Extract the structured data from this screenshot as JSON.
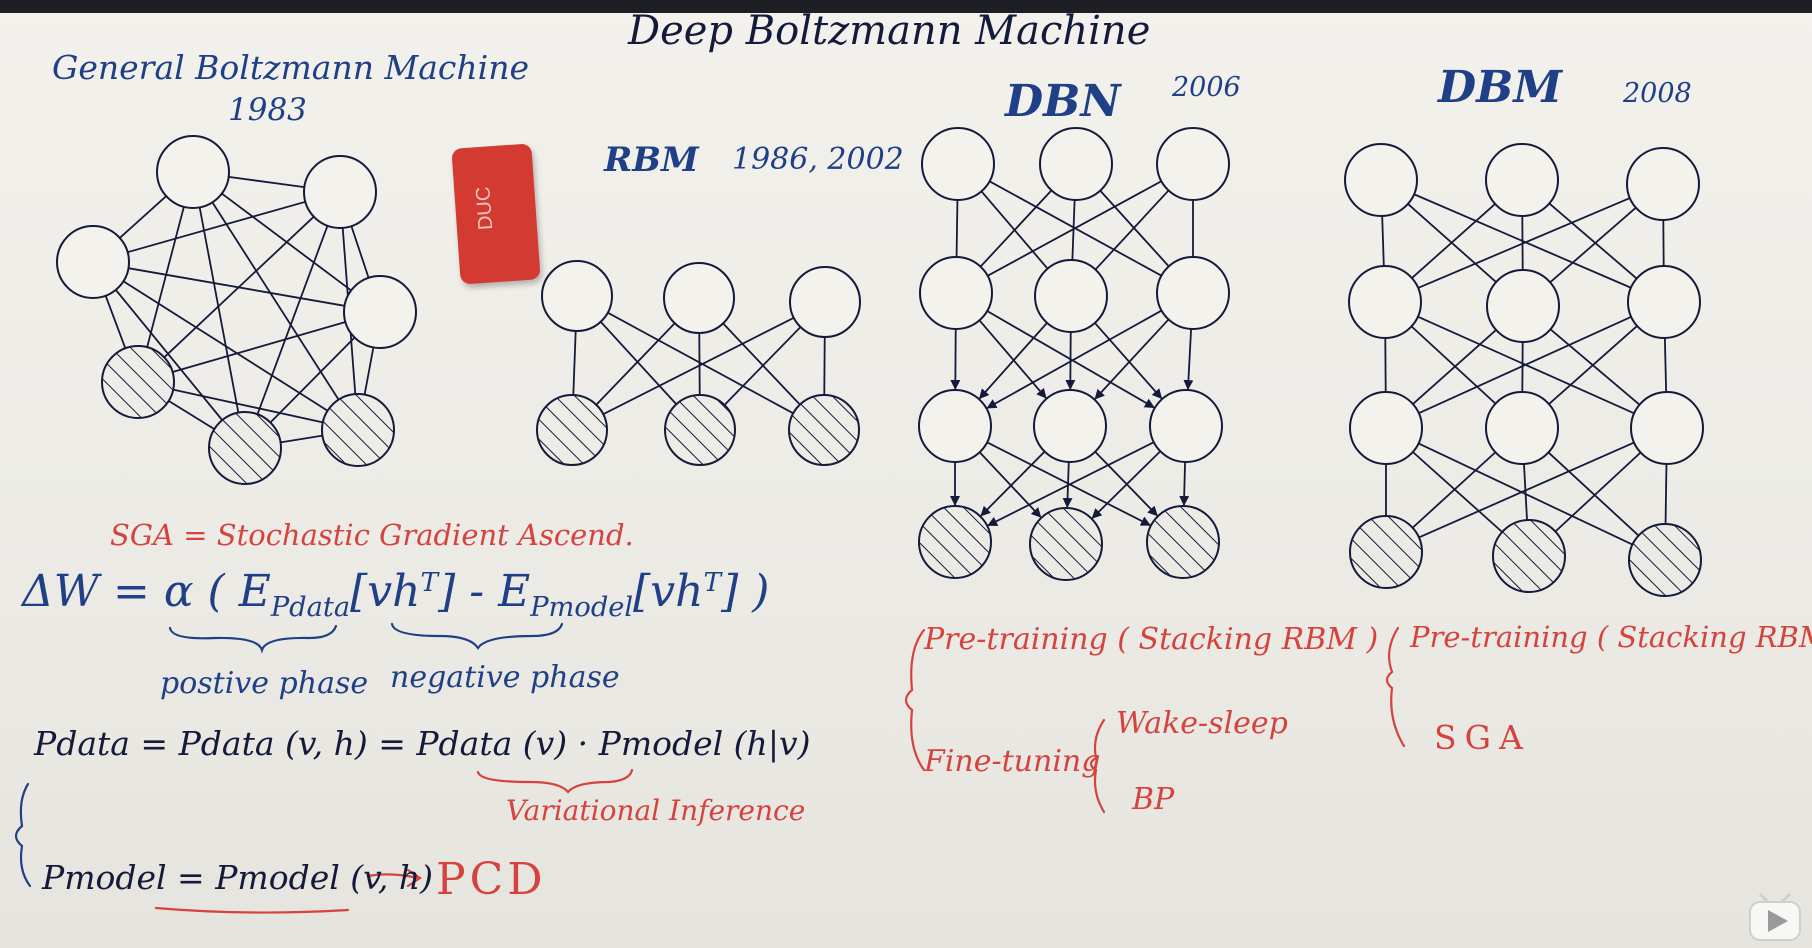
{
  "title": "Deep Boltzmann Machine",
  "sections": {
    "general_bm": {
      "label": "General Boltzmann Machine",
      "year": "1983"
    },
    "rbm": {
      "label": "RBM",
      "year": "1986, 2002"
    },
    "dbn": {
      "label": "DBN",
      "year": "2006"
    },
    "dbm": {
      "label": "DBM",
      "year": "2008"
    }
  },
  "eraser": {
    "brand": "DUC"
  },
  "equations": {
    "sga_definition": "SGA = Stochastic Gradient Ascend.",
    "update_rule": {
      "lhs": "ΔW = α ( E",
      "p_data_sub": "Pdata",
      "term1": "[vh",
      "t1": "T",
      "close1": "] - E",
      "p_model_sub": "Pmodel",
      "term2": "[vh",
      "t2": "T",
      "close2": "] )"
    },
    "positive_phase": "postive phase",
    "negative_phase": "negative phase",
    "pdata_line": "Pdata = Pdata (v, h) = Pdata (v) · Pmodel (h|v)",
    "variational": "Variational Inference",
    "pmodel_line": "Pmodel = Pmodel (v, h)",
    "arrow_target": "PCD"
  },
  "dbn_training": {
    "pretrain": "Pre-training ( Stacking RBM )",
    "finetune": "Fine-tuning",
    "methods": [
      "Wake-sleep",
      "BP"
    ]
  },
  "dbm_training": {
    "pretrain": "Pre-training ( Stacking RBM )",
    "method": "SGA"
  },
  "colors": {
    "blue_marker": "#1f3f86",
    "red_marker": "#d6433f",
    "black_marker": "#141a3a"
  }
}
